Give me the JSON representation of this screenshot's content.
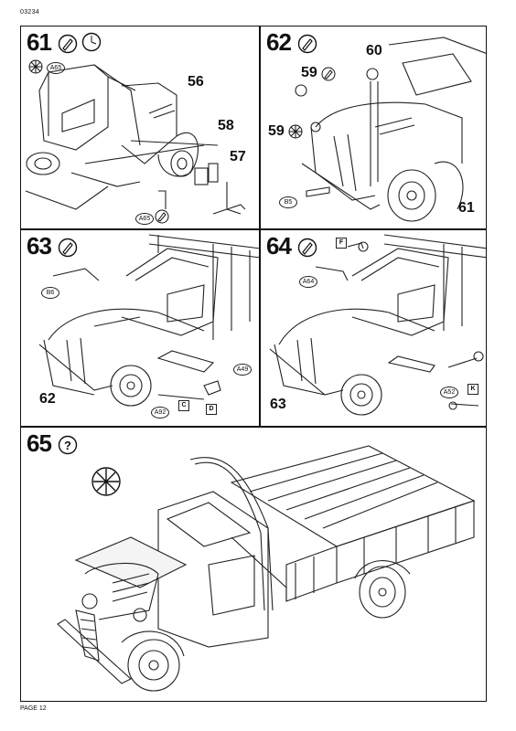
{
  "header": {
    "code": "03234"
  },
  "footer": {
    "page": "PAGE 12"
  },
  "steps": [
    {
      "number": "61",
      "parts": [
        "56",
        "58",
        "57"
      ],
      "refs": [
        "A65",
        "A65"
      ]
    },
    {
      "number": "62",
      "parts": [
        "60",
        "59",
        "59",
        "61"
      ],
      "refs": [
        "B5"
      ]
    },
    {
      "number": "63",
      "parts": [
        "62"
      ],
      "refs": [
        "B6",
        "A49",
        "A92"
      ],
      "tags": [
        "C",
        "D"
      ]
    },
    {
      "number": "64",
      "parts": [
        "63"
      ],
      "refs": [
        "A64",
        "A52"
      ],
      "tags": [
        "F",
        "K"
      ]
    },
    {
      "number": "65",
      "parts": [],
      "refs": []
    }
  ],
  "icons": [
    "glue-icon",
    "clock-icon",
    "paint-icon",
    "question-icon"
  ]
}
